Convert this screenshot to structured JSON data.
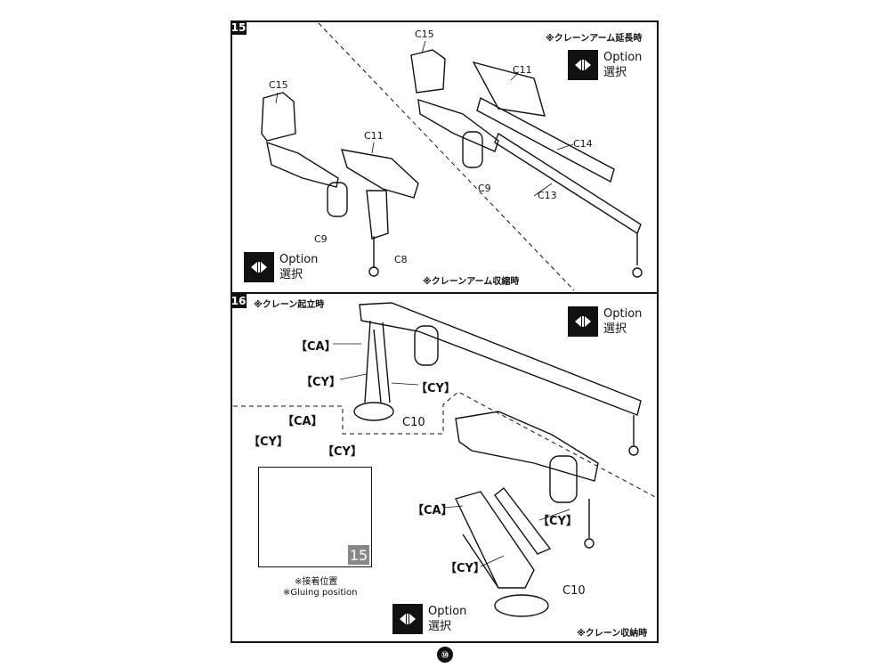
{
  "page_number": "⑩",
  "step15": {
    "badge": "15",
    "note_top": "※クレーンアーム延長時",
    "note_bottom": "※クレーンアーム収縮時",
    "option_top": {
      "line1": "Option",
      "line2": "選択"
    },
    "option_bottom": {
      "line1": "Option",
      "line2": "選択"
    },
    "left_parts": {
      "c15": "C15",
      "c11": "C11",
      "c9": "C9",
      "c8": "C8"
    },
    "right_parts": {
      "c15": "C15",
      "c11": "C11",
      "c14": "C14",
      "c9": "C9",
      "c13": "C13"
    }
  },
  "step16": {
    "badge": "16",
    "note_top": "※クレーン起立時",
    "note_bottom": "※クレーン収納時",
    "option_top": {
      "line1": "Option",
      "line2": "選択"
    },
    "option_bottom": {
      "line1": "Option",
      "line2": "選択"
    },
    "upper": {
      "ca": "【CA】",
      "cy_left": "【CY】",
      "cy_right": "【CY】",
      "c10": "C10"
    },
    "inset": {
      "ca": "【CA】",
      "cy_left": "【CY】",
      "cy_right": "【CY】",
      "ref": "15",
      "caption_jp": "※接着位置",
      "caption_en": "※Gluing position"
    },
    "lower": {
      "ca": "【CA】",
      "cy_right": "【CY】",
      "cy_left": "【CY】",
      "c10": "C10"
    }
  }
}
